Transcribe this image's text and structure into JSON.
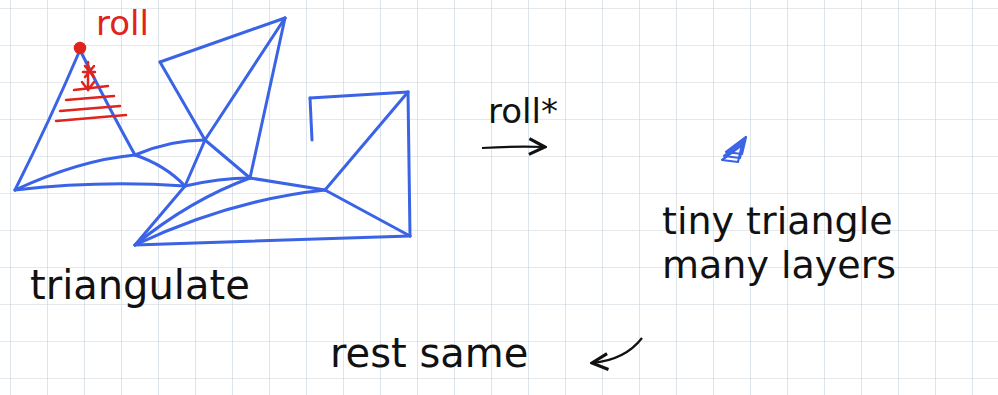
{
  "diagram": {
    "labels": [
      "roll",
      "roll*",
      "tiny triangle many layers",
      "triangulate",
      "rest same"
    ]
  }
}
